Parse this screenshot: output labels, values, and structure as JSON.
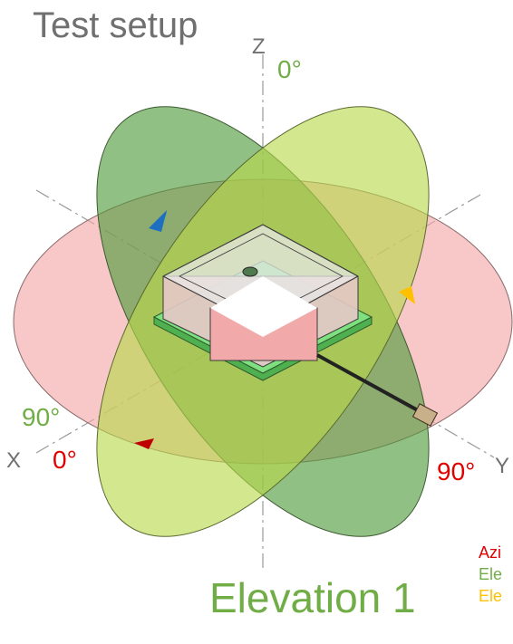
{
  "title": "Test setup",
  "axes": {
    "x": "X",
    "y": "Y",
    "z": "Z"
  },
  "angles": {
    "top_elevation": "0°",
    "left_elevation": "90°",
    "azimuth_start": "0°",
    "azimuth_end": "90°"
  },
  "legend": [
    {
      "label": "Azi",
      "color": "#e00000"
    },
    {
      "label": "Ele",
      "color": "#70ad47"
    },
    {
      "label": "Ele",
      "color": "#ffc000"
    }
  ],
  "footer": "Elevation 1",
  "colors": {
    "azimuth_plane": "#f4a6a6",
    "elevation_plane_1": "#b8d94a",
    "elevation_plane_2": "#4e9a3a",
    "device_body": "#e8e8e8",
    "device_board": "#78d878",
    "label_gray": "#707070",
    "label_green": "#70ad47",
    "label_red": "#e00000"
  }
}
